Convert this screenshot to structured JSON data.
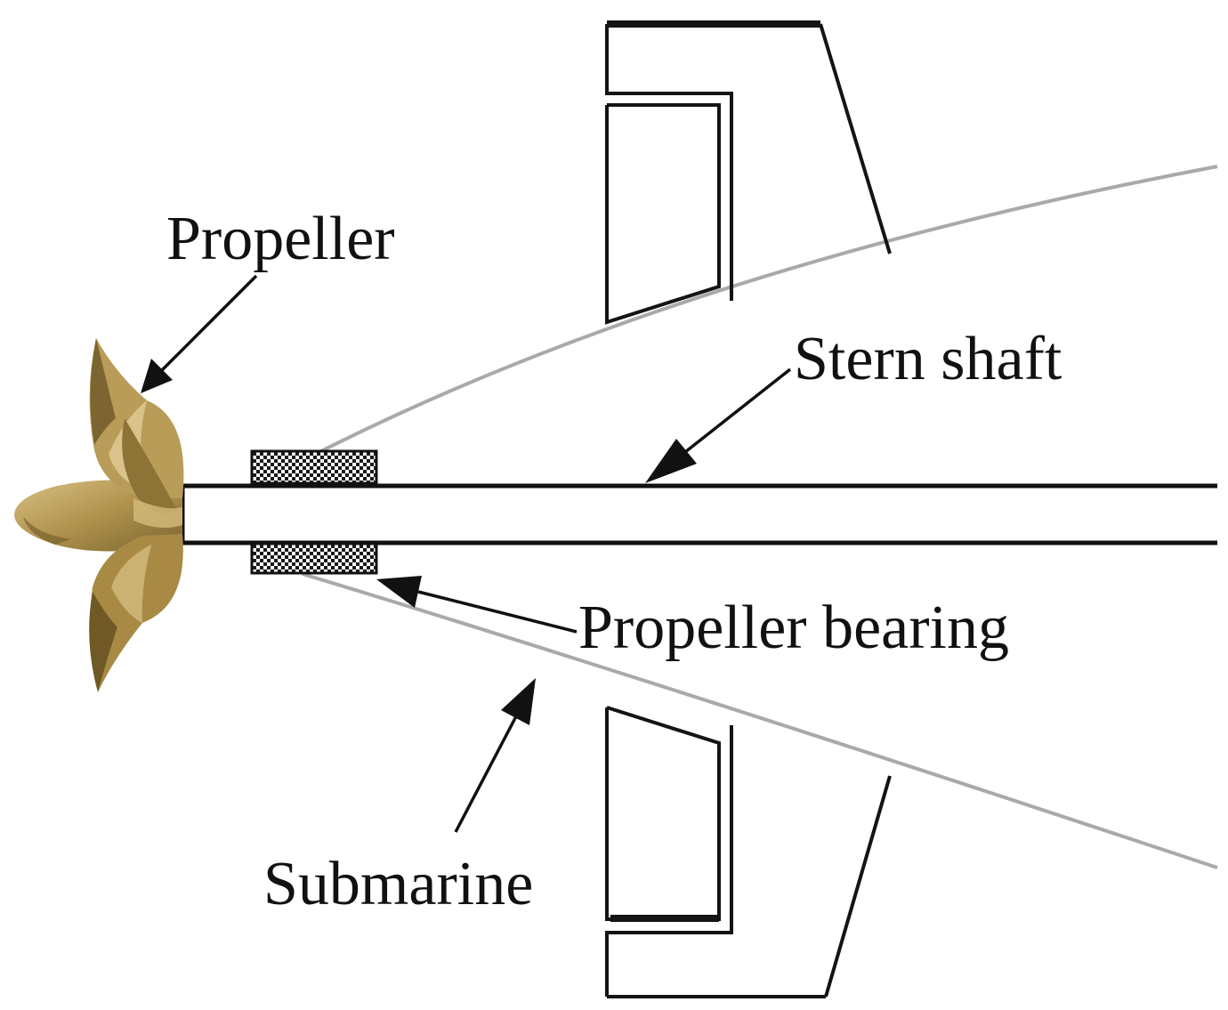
{
  "labels": {
    "propeller": "Propeller",
    "stern_shaft": "Stern shaft",
    "propeller_bearing": "Propeller bearing",
    "submarine": "Submarine"
  },
  "colors": {
    "propeller_light": "#c9ad6b",
    "propeller_mid": "#a88a45",
    "propeller_dark": "#6f5a27",
    "hull_line": "#a9a9a9",
    "line": "#111111"
  }
}
